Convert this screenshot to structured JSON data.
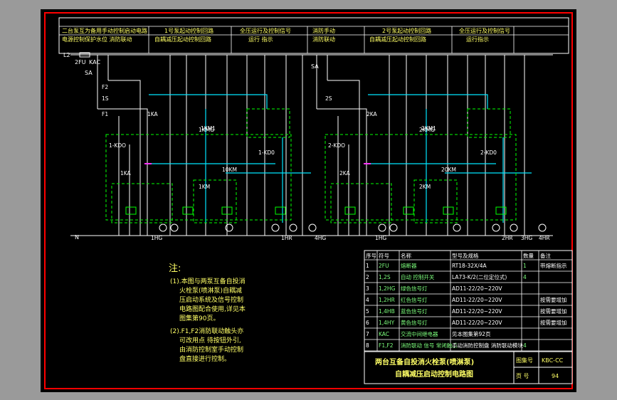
{
  "header": {
    "left_row1": "二台泵互为备用手动控制启动电路",
    "left_row2": "电源控制保护水位 消防联动",
    "group1_row1": "1号泵起动控制回路",
    "group1_row2": "自耦减压起动控制回路",
    "group2_row1": "2号泵起动控制回路",
    "group2_row2": "自耦减压起动控制回路",
    "run1_row1": "全压运行及控制信号",
    "run1_row2": "运行 指示",
    "run2_row1": "全压运行及控制信号",
    "run2_row2": "运行指示",
    "mid_row1": "消防手动",
    "mid_row2": "消防联动"
  },
  "circuit": {
    "L2": "L2",
    "L3": "N",
    "FU": "2FU",
    "KAC": "KAC",
    "SA": "SA",
    "F2": "F2",
    "F1": "F1",
    "SB1": "1S",
    "SB2": "2S",
    "KA1": "1KA",
    "KA2": "2KA",
    "KM1": "1KM1",
    "KM2": "2KM1",
    "KD1": "1-KDO",
    "KD2": "2-KDO",
    "KT1": "1KM",
    "KT2": "2KM",
    "T1": "10KM",
    "T2": "20KM",
    "KA1b": "1KA",
    "KA2b": "2KA",
    "HL1": "1HG",
    "HL2": "1HR",
    "HL3": "1HG",
    "HL4": "2HR",
    "HL5": "3HG",
    "HL6": "4HR",
    "HL7": "4HG",
    "bus1": "1KMG",
    "bus2": "2KMG",
    "KD1b": "1-KD0",
    "KD2b": "2-KD0"
  },
  "notes": {
    "title": "注:",
    "line1": "(1).本图与两泵互备自投消",
    "line2": "火栓泵(喷淋泵)自耦减",
    "line3": "压启动系统及信号控制",
    "line4": "电路图配合使用,详见本",
    "line5": "图集第90页。",
    "line6": "(2).F1,F2消防联动触头亦",
    "line7": "可改用点 待按钮外引,",
    "line8": "由消防控制室手动控制",
    "line9": "盘直接进行控制。"
  },
  "bom": {
    "headers": [
      "序号",
      "符号",
      "名称",
      "型号及规格",
      "数量",
      "备注"
    ],
    "rows": [
      [
        "1",
        "2FU",
        "熔断器",
        "RT18-32X/4A",
        "1",
        "带熔断指示"
      ],
      [
        "2",
        "1,2S",
        "自动 控制开关",
        "LA73-K/2(二位定位式)",
        "4",
        ""
      ],
      [
        "3",
        "1,2HG",
        "绿色信号灯",
        "AD11-22/20~220V",
        "",
        ""
      ],
      [
        "4",
        "1,2HR",
        "红色信号灯",
        "AD11-22/20~220V",
        "",
        "按需要增加"
      ],
      [
        "5",
        "1,4HB",
        "蓝色信号灯",
        "AD11-22/20~220V",
        "",
        "按需要增加"
      ],
      [
        "6",
        "1,4HY",
        "黄色信号灯",
        "AD11-22/20~220V",
        "",
        "按需要增加"
      ],
      [
        "7",
        "KAC",
        "交流中间继电器",
        "见本图集第92页",
        "",
        ""
      ],
      [
        "8",
        "F1,F2",
        "消防联动 信号 常闭触点",
        "手动消防控制盘 消防联动模块",
        "4",
        ""
      ]
    ]
  },
  "titleblock": {
    "title_line1": "两台互备自投消火栓泵(喷淋泵)",
    "title_line2": "自耦减压启动控制电路图",
    "atlas_label": "图集号",
    "atlas_value": "KBC-CC",
    "page_label": "页 号",
    "page_value": "94"
  },
  "colors": {
    "frame": "#ff0000",
    "wire_white": "#ffffff",
    "wire_cyan": "#00e5ff",
    "dashed_green": "#00ff00",
    "text_yellow": "#ffff66",
    "text_green": "#7dff7d",
    "background": "#000000"
  }
}
